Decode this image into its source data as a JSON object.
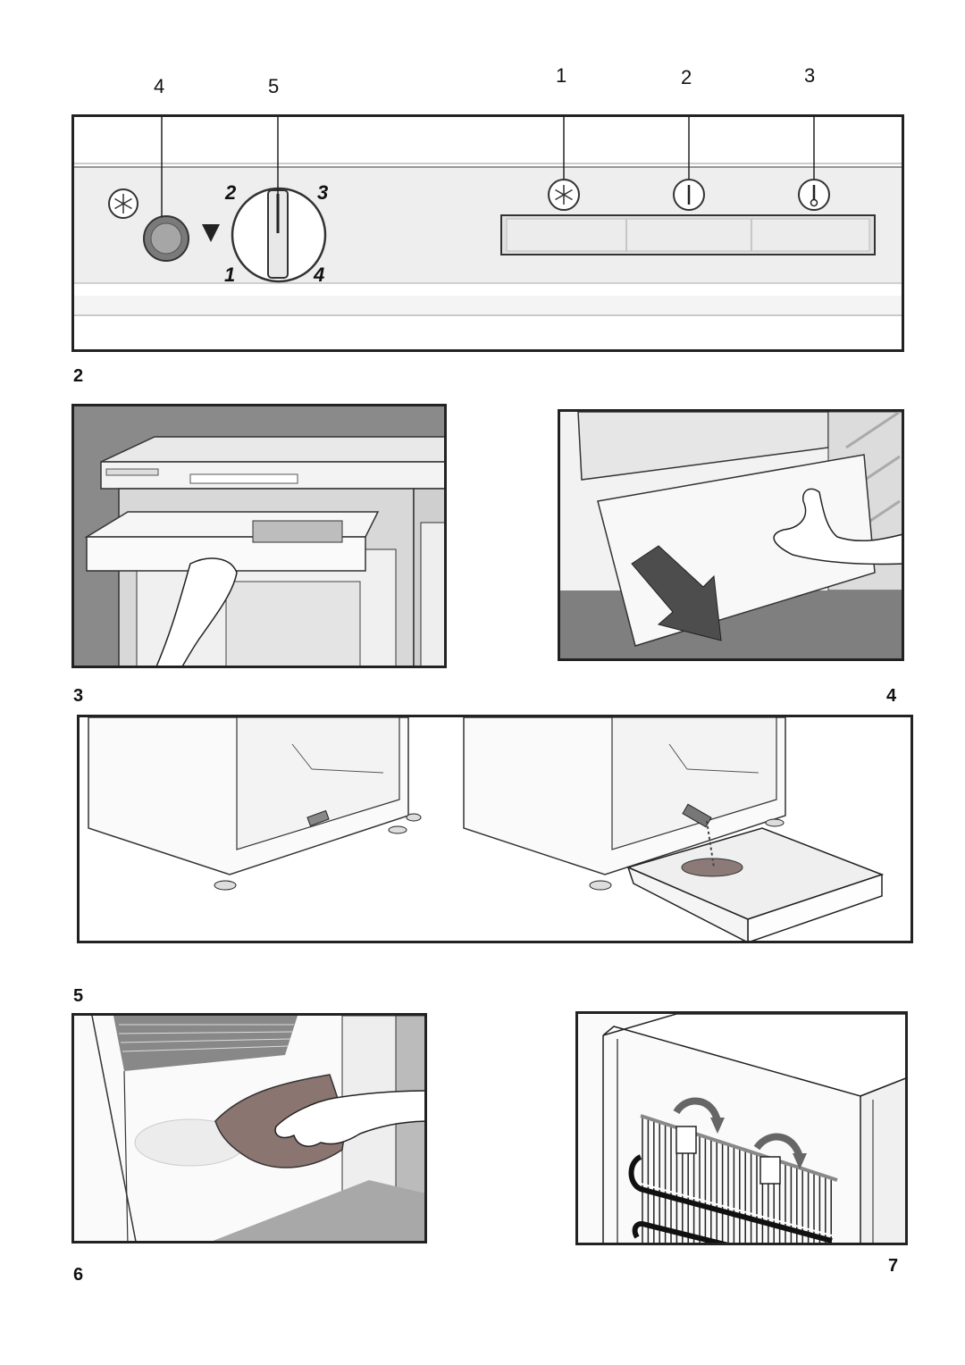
{
  "figure1": {
    "callouts": {
      "c1": "1",
      "c2": "2",
      "c3": "3",
      "c4": "4",
      "c5": "5"
    },
    "dial_numbers": [
      "1",
      "2",
      "3",
      "4"
    ],
    "icons": [
      "snowflake-icon",
      "power-icon",
      "thermometer-icon"
    ]
  },
  "figure_numbers": {
    "f2": "2",
    "f3": "3",
    "f4": "4",
    "f5": "5",
    "f6": "6",
    "f7": "7"
  }
}
